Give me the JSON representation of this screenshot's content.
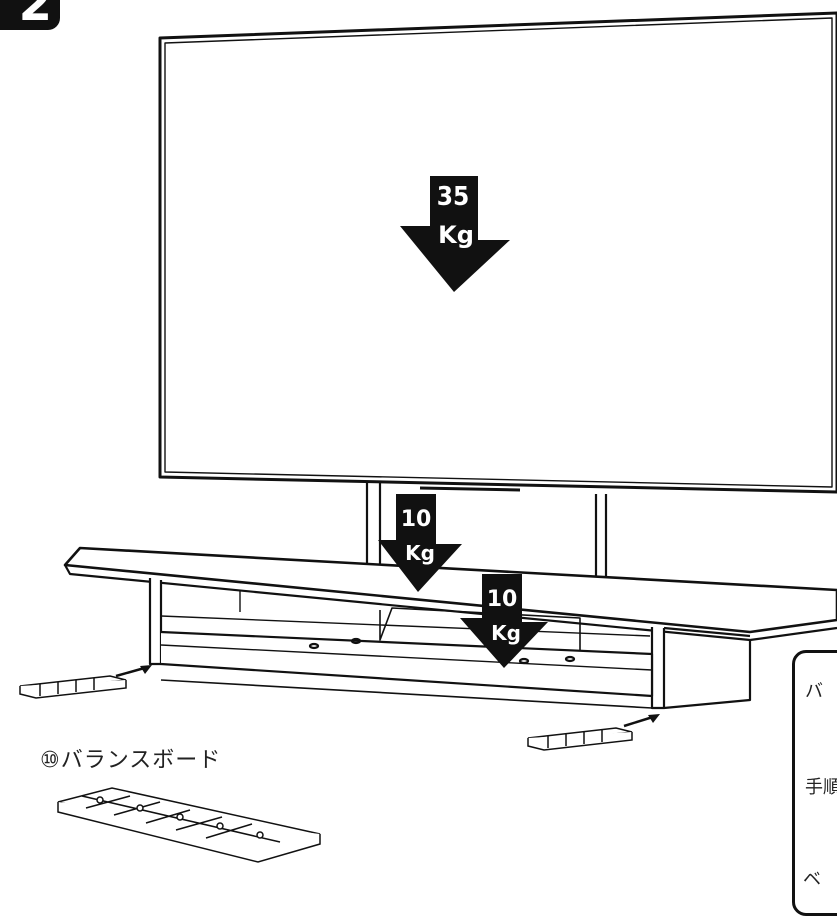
{
  "step": {
    "number": "2"
  },
  "weights": {
    "screen_load": {
      "value": "35",
      "unit": "Kg"
    },
    "stand_load_left": {
      "value": "10",
      "unit": "Kg"
    },
    "stand_load_right": {
      "value": "10",
      "unit": "Kg"
    }
  },
  "part_caption": "⑩バランスボード",
  "side_panel": {
    "line1": "バ",
    "line2": "手順",
    "line3": "ベ"
  },
  "colors": {
    "line": "#111111",
    "background": "#ffffff"
  }
}
